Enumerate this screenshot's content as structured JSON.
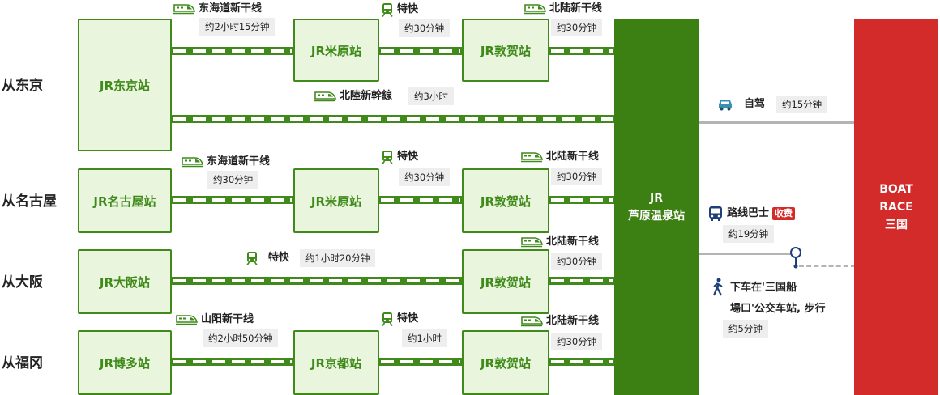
{
  "origins": {
    "tokyo": "从东京",
    "nagoya": "从名古屋",
    "osaka": "从大阪",
    "fukuoka": "从福冈"
  },
  "stations": {
    "tokyo": "JR东京站",
    "nagoya": "JR名古屋站",
    "osaka": "JR大阪站",
    "hakata": "JR博多站",
    "maibara": "JR米原站",
    "kyoto": "JR京都站",
    "tsuruga": "JR敦贺站"
  },
  "hub": {
    "line1": "JR",
    "line2": "芦原温泉站"
  },
  "destination": {
    "line1": "BOAT",
    "line2": "RACE",
    "line3": "三国"
  },
  "routes": {
    "tokyo_upper": {
      "seg1": {
        "label": "东海道新干线",
        "time": "约2小时15分钟",
        "icon": "shinkansen-icon"
      },
      "seg2": {
        "label": "特快",
        "time": "约30分钟",
        "icon": "train-icon"
      },
      "seg3": {
        "label": "北陆新干线",
        "time": "约30分钟",
        "icon": "shinkansen-icon"
      }
    },
    "tokyo_lower": {
      "label": "北陸新幹線",
      "time": "约3小时",
      "icon": "shinkansen-icon"
    },
    "nagoya": {
      "seg1": {
        "label": "东海道新干线",
        "time": "约30分钟",
        "icon": "shinkansen-icon"
      },
      "seg2": {
        "label": "特快",
        "time": "约30分钟",
        "icon": "train-icon"
      },
      "seg3": {
        "label": "北陆新干线",
        "time": "约30分钟",
        "icon": "shinkansen-icon"
      }
    },
    "osaka": {
      "seg1": {
        "label": "特快",
        "time": "约1小时20分钟",
        "icon": "train-icon"
      },
      "seg2": {
        "label": "北陆新干线",
        "time": "约30分钟",
        "icon": "shinkansen-icon"
      }
    },
    "fukuoka": {
      "seg1": {
        "label": "山阳新干线",
        "time": "约2小时50分钟",
        "icon": "shinkansen-icon"
      },
      "seg2": {
        "label": "特快",
        "time": "约1小时",
        "icon": "train-icon"
      },
      "seg3": {
        "label": "北陆新干线",
        "time": "约30分钟",
        "icon": "shinkansen-icon"
      }
    }
  },
  "final_leg": {
    "car": {
      "label": "自驾",
      "time": "约15分钟",
      "icon": "car-icon"
    },
    "bus": {
      "label": "路线巴士",
      "badge": "收费",
      "time": "约19分钟",
      "icon": "bus-icon"
    },
    "walk": {
      "line1": "下车在'三国船",
      "line2": "場口'公交车站, 步行",
      "time": "约5分钟",
      "icon": "walking-person-icon"
    }
  },
  "colors": {
    "green": "#3f8a1a",
    "station_fill": "#e9f5dc",
    "hub": "#3c7f12",
    "destination": "#d32a2a",
    "road": "#b4b4b4"
  }
}
